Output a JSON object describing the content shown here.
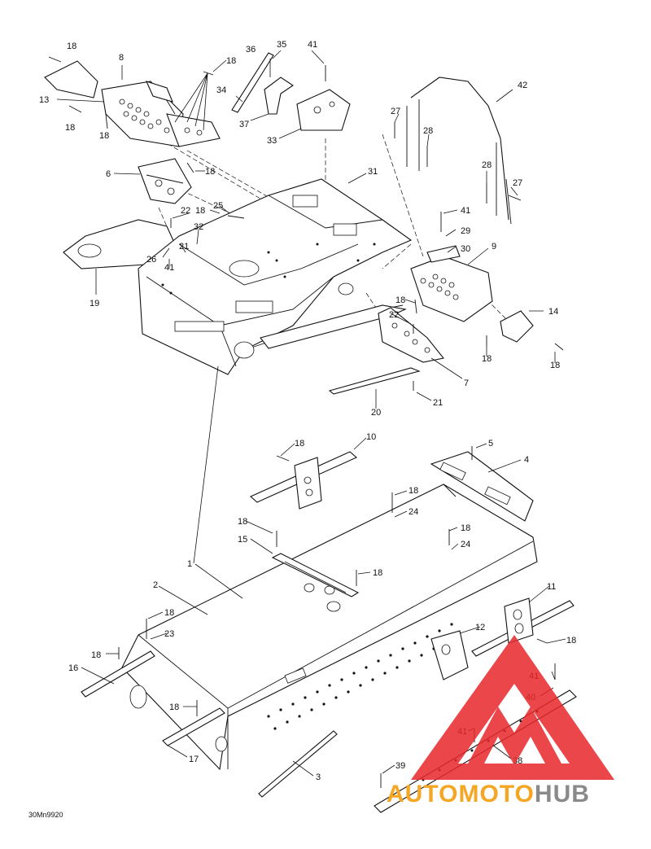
{
  "diagram": {
    "code": "30Mn9920",
    "callouts": [
      {
        "id": "c18a",
        "label": "18"
      },
      {
        "id": "c8",
        "label": "8"
      },
      {
        "id": "c13",
        "label": "13"
      },
      {
        "id": "c18b",
        "label": "18"
      },
      {
        "id": "c18c",
        "label": "18"
      },
      {
        "id": "c18d",
        "label": "18"
      },
      {
        "id": "c36",
        "label": "36"
      },
      {
        "id": "c35",
        "label": "35"
      },
      {
        "id": "c41a",
        "label": "41"
      },
      {
        "id": "c34",
        "label": "34"
      },
      {
        "id": "c37",
        "label": "37"
      },
      {
        "id": "c33",
        "label": "33"
      },
      {
        "id": "c42",
        "label": "42"
      },
      {
        "id": "c27a",
        "label": "27"
      },
      {
        "id": "c28a",
        "label": "28"
      },
      {
        "id": "c28b",
        "label": "28"
      },
      {
        "id": "c27b",
        "label": "27"
      },
      {
        "id": "c6",
        "label": "6"
      },
      {
        "id": "c18e",
        "label": "18"
      },
      {
        "id": "c31",
        "label": "31"
      },
      {
        "id": "c25",
        "label": "25"
      },
      {
        "id": "c18f",
        "label": "18"
      },
      {
        "id": "c22a",
        "label": "22"
      },
      {
        "id": "c32",
        "label": "32"
      },
      {
        "id": "c21a",
        "label": "21"
      },
      {
        "id": "c26",
        "label": "26"
      },
      {
        "id": "c41b",
        "label": "41"
      },
      {
        "id": "c19",
        "label": "19"
      },
      {
        "id": "c41c",
        "label": "41"
      },
      {
        "id": "c29",
        "label": "29"
      },
      {
        "id": "c30",
        "label": "30"
      },
      {
        "id": "c9",
        "label": "9"
      },
      {
        "id": "c18g",
        "label": "18"
      },
      {
        "id": "c22b",
        "label": "22"
      },
      {
        "id": "c14",
        "label": "14"
      },
      {
        "id": "c18h",
        "label": "18"
      },
      {
        "id": "c18i",
        "label": "18"
      },
      {
        "id": "c7",
        "label": "7"
      },
      {
        "id": "c21b",
        "label": "21"
      },
      {
        "id": "c20",
        "label": "20"
      },
      {
        "id": "c18j",
        "label": "18"
      },
      {
        "id": "c10",
        "label": "10"
      },
      {
        "id": "c5",
        "label": "5"
      },
      {
        "id": "c4",
        "label": "4"
      },
      {
        "id": "c18k",
        "label": "18"
      },
      {
        "id": "c24a",
        "label": "24"
      },
      {
        "id": "c18l",
        "label": "18"
      },
      {
        "id": "c18m",
        "label": "18"
      },
      {
        "id": "c15",
        "label": "15"
      },
      {
        "id": "c24b",
        "label": "24"
      },
      {
        "id": "c18n",
        "label": "18"
      },
      {
        "id": "c1",
        "label": "1"
      },
      {
        "id": "c2",
        "label": "2"
      },
      {
        "id": "c11",
        "label": "11"
      },
      {
        "id": "c18o",
        "label": "18"
      },
      {
        "id": "c23",
        "label": "23"
      },
      {
        "id": "c12",
        "label": "12"
      },
      {
        "id": "c18p",
        "label": "18"
      },
      {
        "id": "c18q",
        "label": "18"
      },
      {
        "id": "c16",
        "label": "16"
      },
      {
        "id": "c41d",
        "label": "41"
      },
      {
        "id": "c40",
        "label": "40"
      },
      {
        "id": "c18r",
        "label": "18"
      },
      {
        "id": "c41e",
        "label": "41"
      },
      {
        "id": "c17",
        "label": "17"
      },
      {
        "id": "c38",
        "label": "38"
      },
      {
        "id": "c3",
        "label": "3"
      },
      {
        "id": "c39",
        "label": "39"
      }
    ]
  },
  "watermark": {
    "brand_part1": "AUTO",
    "brand_part2": "MOTO",
    "brand_part3": "HUB",
    "color_red": "#e8282b",
    "color_orange": "#f5a623",
    "color_gray": "#8a8a8a"
  }
}
